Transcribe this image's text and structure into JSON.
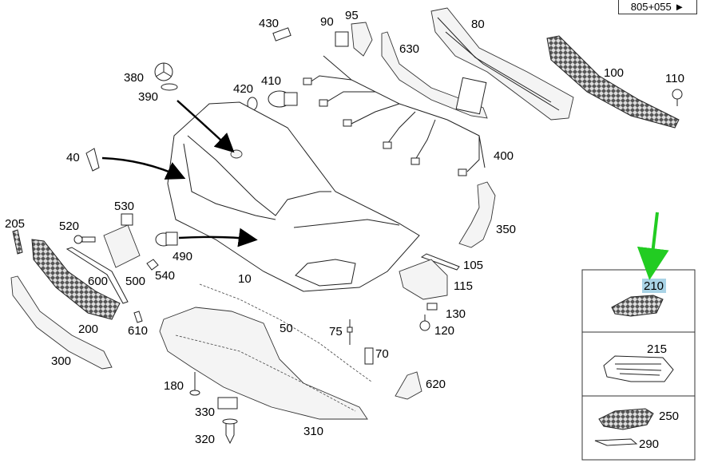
{
  "reference_label": "805+055",
  "callouts": [
    {
      "id": "430",
      "text": "430"
    },
    {
      "id": "90",
      "text": "90"
    },
    {
      "id": "95",
      "text": "95"
    },
    {
      "id": "80",
      "text": "80"
    },
    {
      "id": "630",
      "text": "630"
    },
    {
      "id": "100",
      "text": "100"
    },
    {
      "id": "110",
      "text": "110"
    },
    {
      "id": "380",
      "text": "380"
    },
    {
      "id": "390",
      "text": "390"
    },
    {
      "id": "420",
      "text": "420"
    },
    {
      "id": "410",
      "text": "410"
    },
    {
      "id": "40",
      "text": "40"
    },
    {
      "id": "400",
      "text": "400"
    },
    {
      "id": "530",
      "text": "530"
    },
    {
      "id": "205",
      "text": "205"
    },
    {
      "id": "520",
      "text": "520"
    },
    {
      "id": "350",
      "text": "350"
    },
    {
      "id": "490",
      "text": "490"
    },
    {
      "id": "600",
      "text": "600"
    },
    {
      "id": "500",
      "text": "500"
    },
    {
      "id": "540",
      "text": "540"
    },
    {
      "id": "10",
      "text": "10"
    },
    {
      "id": "105",
      "text": "105"
    },
    {
      "id": "115",
      "text": "115"
    },
    {
      "id": "130",
      "text": "130"
    },
    {
      "id": "200",
      "text": "200"
    },
    {
      "id": "610",
      "text": "610"
    },
    {
      "id": "50",
      "text": "50"
    },
    {
      "id": "75",
      "text": "75"
    },
    {
      "id": "120",
      "text": "120"
    },
    {
      "id": "300",
      "text": "300"
    },
    {
      "id": "70",
      "text": "70"
    },
    {
      "id": "180",
      "text": "180"
    },
    {
      "id": "620",
      "text": "620"
    },
    {
      "id": "330",
      "text": "330"
    },
    {
      "id": "310",
      "text": "310"
    },
    {
      "id": "320",
      "text": "320"
    }
  ],
  "side_panels": [
    {
      "id": "210",
      "text": "210",
      "highlighted": true
    },
    {
      "id": "215",
      "text": "215"
    },
    {
      "id": "250",
      "text": "250"
    },
    {
      "id": "290",
      "text": "290"
    }
  ],
  "colors": {
    "pointer_arrow": "#22cc22",
    "highlight": "#a9d3e6",
    "line": "#222222"
  }
}
